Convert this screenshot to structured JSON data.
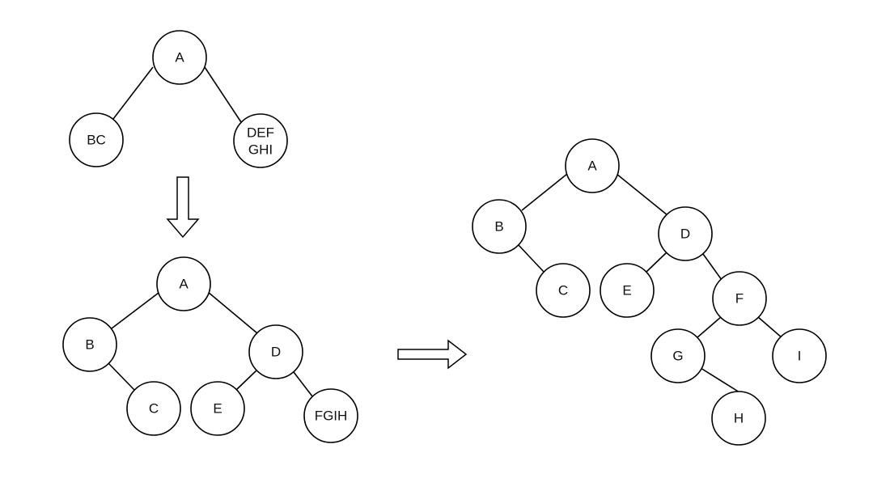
{
  "diagram": {
    "tree1": {
      "root": "A",
      "left": "BC",
      "right_line1": "DEF",
      "right_line2": "GHI"
    },
    "tree2": {
      "root": "A",
      "b": "B",
      "c": "C",
      "d": "D",
      "e": "E",
      "fgih": "FGIH"
    },
    "tree3": {
      "root": "A",
      "b": "B",
      "c": "C",
      "d": "D",
      "e": "E",
      "f": "F",
      "g": "G",
      "i": "I",
      "h": "H"
    }
  }
}
